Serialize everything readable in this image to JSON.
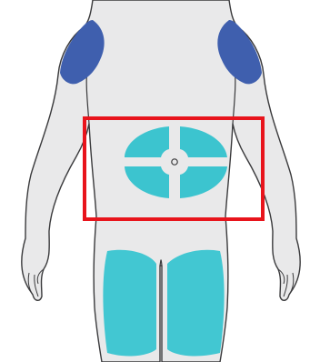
{
  "colors": {
    "background": "#ffffff",
    "body_fill": "#e9e9ea",
    "body_outline": "#3a3a3c",
    "upper_arm_site": "#3f5fae",
    "abdomen_site": "#3cc4cf",
    "thigh_site": "#42c7d2",
    "highlight_box": "#e8141c",
    "navel": "#3a3a3c"
  },
  "body_figure": {
    "icon": "human-body-front-icon",
    "injection_sites": [
      {
        "key": "upper-arm-left",
        "icon": "upper-arm-injection-site-icon"
      },
      {
        "key": "upper-arm-right",
        "icon": "upper-arm-injection-site-icon"
      },
      {
        "key": "abdomen",
        "icon": "abdomen-injection-site-icon",
        "quadrants": 4,
        "highlighted": true
      },
      {
        "key": "thigh-left",
        "icon": "thigh-injection-site-icon"
      },
      {
        "key": "thigh-right",
        "icon": "thigh-injection-site-icon"
      }
    ]
  }
}
